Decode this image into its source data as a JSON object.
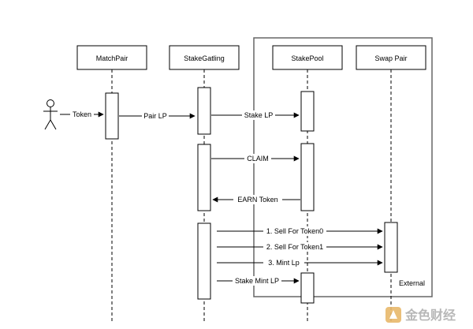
{
  "participants": {
    "matchpair": "MatchPair",
    "stakegatling": "StakeGatling",
    "stakepool": "StakePool",
    "swappair": "Swap Pair"
  },
  "group": {
    "label": "External"
  },
  "messages": {
    "token": "Token",
    "pair_lp": "Pair LP",
    "stake_lp": "Stake LP",
    "claim": "CLAIM",
    "earn_token": "EARN Token",
    "sell_token0": "1. Sell For Token0",
    "sell_token1": "2. Sell For Token1",
    "mint_lp": "3. Mint Lp",
    "stake_mint_lp": "Stake Mint LP"
  },
  "watermark": {
    "text": "金色财经"
  }
}
